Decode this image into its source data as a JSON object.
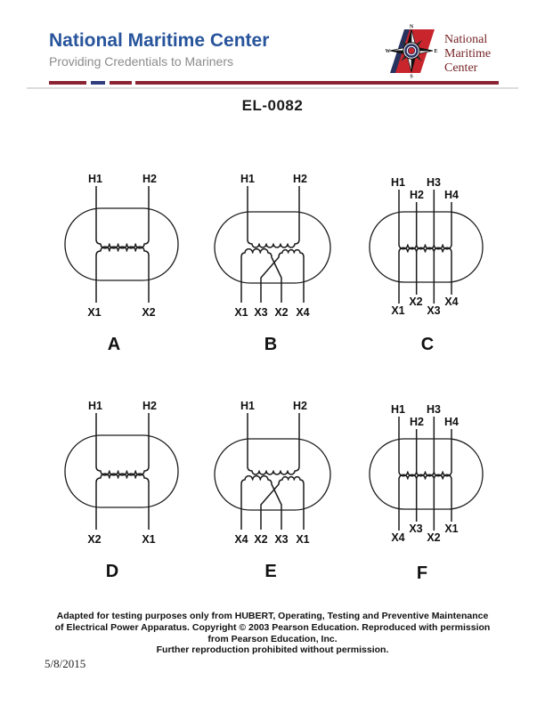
{
  "header": {
    "title": "National Maritime Center",
    "subtitle": "Providing Credentials to Mariners",
    "logo": {
      "lines": [
        "National",
        "Maritime",
        "Center"
      ],
      "compass": {
        "north": "N",
        "east": "E",
        "south": "S",
        "west": "W"
      }
    }
  },
  "doc_id": "EL-0082",
  "diagrams": [
    {
      "letter": "A",
      "type": "single-primary-single-secondary",
      "top_labels": [
        "H1",
        "H2"
      ],
      "bottom_labels": [
        "X1",
        "X2"
      ]
    },
    {
      "letter": "B",
      "type": "single-primary-crossed-secondaries",
      "top_labels": [
        "H1",
        "H2"
      ],
      "bottom_labels": [
        "X1",
        "X3",
        "X2",
        "X4"
      ]
    },
    {
      "letter": "C",
      "type": "dual-primary-dual-secondary",
      "top_labels": [
        "H1",
        "H2",
        "H3",
        "H4"
      ],
      "bottom_labels": [
        "X1",
        "X2",
        "X3",
        "X4"
      ]
    },
    {
      "letter": "D",
      "type": "single-primary-single-secondary",
      "top_labels": [
        "H1",
        "H2"
      ],
      "bottom_labels": [
        "X2",
        "X1"
      ]
    },
    {
      "letter": "E",
      "type": "single-primary-crossed-secondaries",
      "top_labels": [
        "H1",
        "H2"
      ],
      "bottom_labels": [
        "X4",
        "X2",
        "X3",
        "X1"
      ]
    },
    {
      "letter": "F",
      "type": "dual-primary-dual-secondary",
      "top_labels": [
        "H1",
        "H2",
        "H3",
        "H4"
      ],
      "bottom_labels": [
        "X4",
        "X3",
        "X2",
        "X1"
      ]
    }
  ],
  "footer": {
    "lines": [
      "Adapted for testing purposes only from HUBERT, Operating, Testing and Preventive Maintenance",
      "of Electrical Power Apparatus. Copyright © 2003 Pearson Education. Reproduced with permission",
      "from Pearson Education, Inc.",
      "Further reproduction prohibited without permission."
    ],
    "date": "5/8/2015"
  },
  "colors": {
    "title_blue": "#27549B",
    "subtitle_gray": "#8C8C8C",
    "rule_red": "#8C2332",
    "rule_blue": "#2F3C7E",
    "logo_red": "#C8252D",
    "logo_navy": "#27325F",
    "logo_text_maroon": "#772528",
    "diagram_line": "#1B1B1B"
  }
}
